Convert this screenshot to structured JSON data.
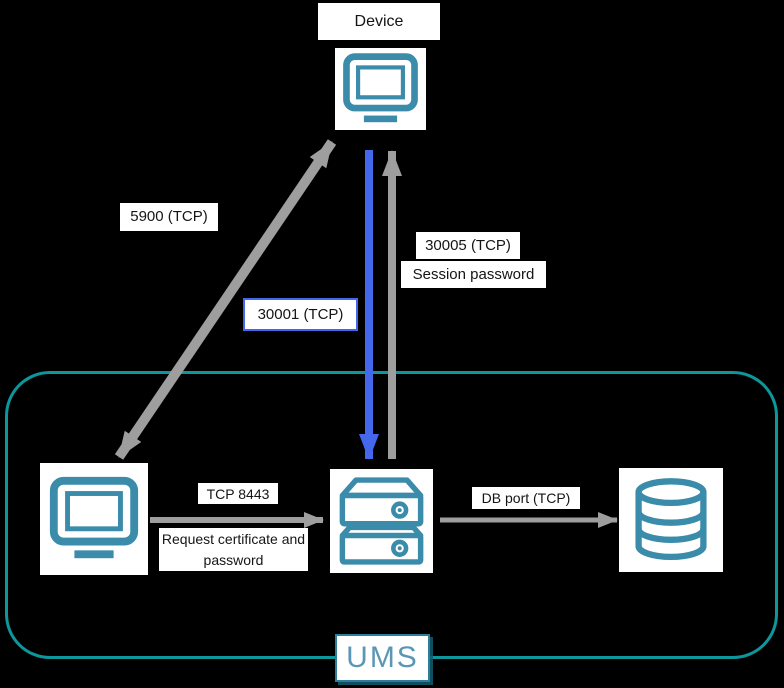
{
  "nodes": {
    "device": "Device",
    "ums": "UMS"
  },
  "edge_labels": {
    "vnc_port": "5900 (TCP)",
    "device_to_server_port": "30001 (TCP)",
    "server_to_device_port": "30005 (TCP)",
    "server_to_device_desc": "Session password",
    "console_to_server_port": "TCP 8443",
    "console_to_server_desc": "Request certificate and password",
    "server_to_db_port": "DB port (TCP)"
  },
  "icons": {
    "device": "monitor-icon",
    "console": "monitor-icon",
    "server": "server-icon",
    "database": "database-icon"
  },
  "colors": {
    "background": "#000000",
    "boundary_teal": "#0d969b",
    "icon_teal": "#3a8caa",
    "arrow_gray": "#9e9e9e",
    "arrow_blue": "#4567ec",
    "label_bg": "#ffffff",
    "label_text": "#151515",
    "ums_label_text": "#5b97b5",
    "ums_label_border": "#2d7d9d"
  }
}
